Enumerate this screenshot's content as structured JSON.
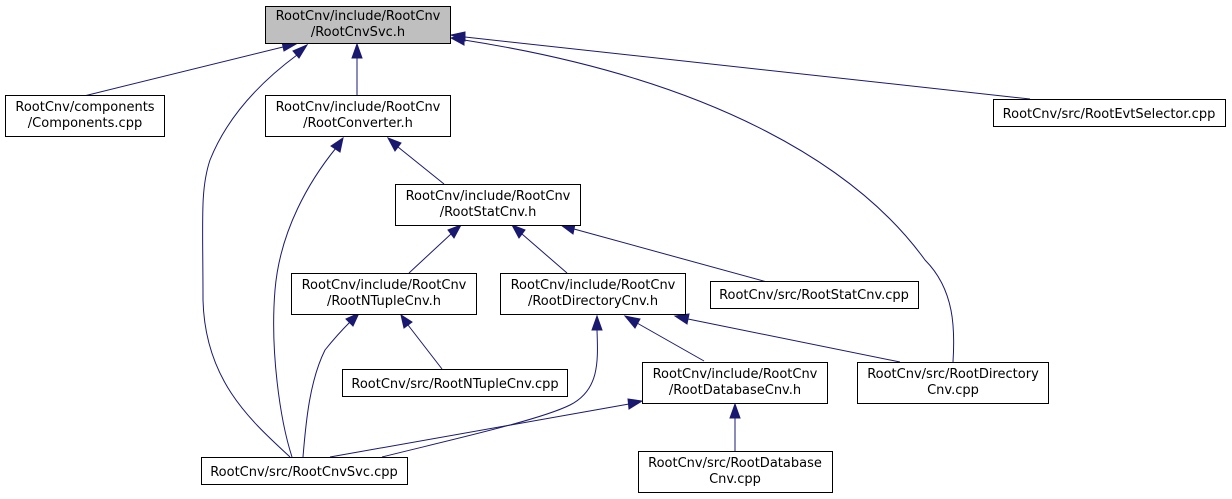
{
  "graph": {
    "colors": {
      "edge": "#191970",
      "root_fill": "#bfbfbf",
      "node_fill": "#ffffff",
      "border": "#000000"
    },
    "nodes": {
      "root": [
        "RootCnv/include/RootCnv",
        "/RootCnvSvc.h"
      ],
      "components": [
        "RootCnv/components",
        "/Components.cpp"
      ],
      "converter": [
        "RootCnv/include/RootCnv",
        "/RootConverter.h"
      ],
      "evtselector": [
        "RootCnv/src/RootEvtSelector.cpp"
      ],
      "statcnv_h": [
        "RootCnv/include/RootCnv",
        "/RootStatCnv.h"
      ],
      "ntuplecnv_h": [
        "RootCnv/include/RootCnv",
        "/RootNTupleCnv.h"
      ],
      "dircnv_h": [
        "RootCnv/include/RootCnv",
        "/RootDirectoryCnv.h"
      ],
      "statcnv_cpp": [
        "RootCnv/src/RootStatCnv.cpp"
      ],
      "ntuplecnv_cpp": [
        "RootCnv/src/RootNTupleCnv.cpp"
      ],
      "dbcnv_h": [
        "RootCnv/include/RootCnv",
        "/RootDatabaseCnv.h"
      ],
      "dircnv_cpp": [
        "RootCnv/src/RootDirectory",
        "Cnv.cpp"
      ],
      "cnvsvc_cpp": [
        "RootCnv/src/RootCnvSvc.cpp"
      ],
      "dbcnv_cpp": [
        "RootCnv/src/RootDatabase",
        "Cnv.cpp"
      ]
    }
  }
}
